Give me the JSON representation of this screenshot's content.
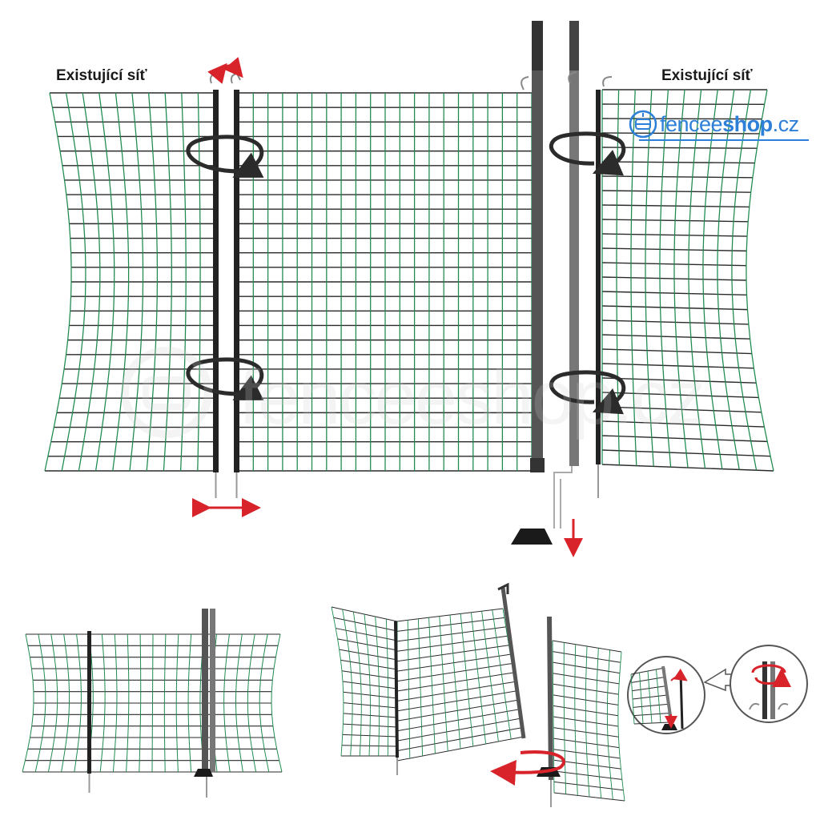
{
  "labels": {
    "left_net": "Existující síť",
    "right_net": "Existující síť"
  },
  "logo": {
    "part1": "fencee",
    "part2": "shop",
    "part3": ".cz",
    "icon": "robot-head-icon"
  },
  "watermark": {
    "text": "fenceeshop.cz"
  },
  "colors": {
    "net_green": "#1e8a4e",
    "net_dark": "#2a2a2a",
    "post_dark": "#222222",
    "post_grey": "#6b6b6b",
    "arrow_red": "#d8232a",
    "arrow_dark": "#2b2b2b",
    "brand_blue": "#2d7fd8"
  }
}
